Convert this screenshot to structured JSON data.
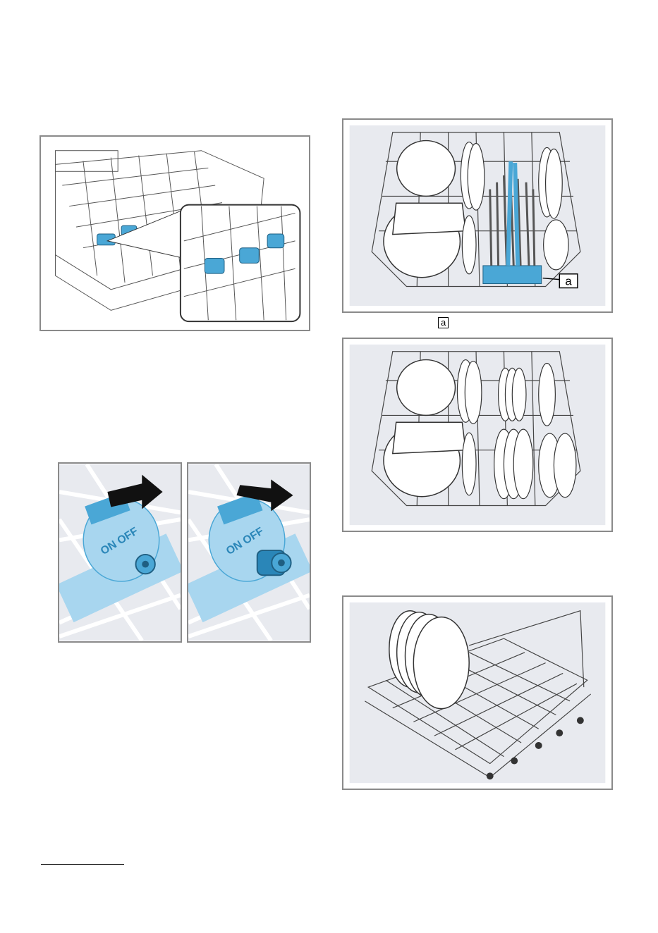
{
  "figures": {
    "rack_with_valves": {
      "icon": "lower-rack-with-spray-valves-illustration"
    },
    "valve_on": {
      "icon": "valve-switch-on-illustration",
      "switch_text": "ON OFF"
    },
    "valve_off": {
      "icon": "valve-switch-off-illustration",
      "switch_text": "ON OFF"
    },
    "loaded_with_cutlery_basket": {
      "icon": "rack-with-cutlery-basket-illustration",
      "callout": "a"
    },
    "loaded_without_basket": {
      "icon": "rack-loaded-plates-illustration"
    },
    "rack_with_large_plates": {
      "icon": "rack-with-large-plates-illustration"
    }
  },
  "caption_marker": "a",
  "colors": {
    "panel_bg": "#e8eaef",
    "border": "#8a8a8a",
    "accent_blue": "#4aa7d6",
    "light_blue": "#a8d6ef"
  }
}
